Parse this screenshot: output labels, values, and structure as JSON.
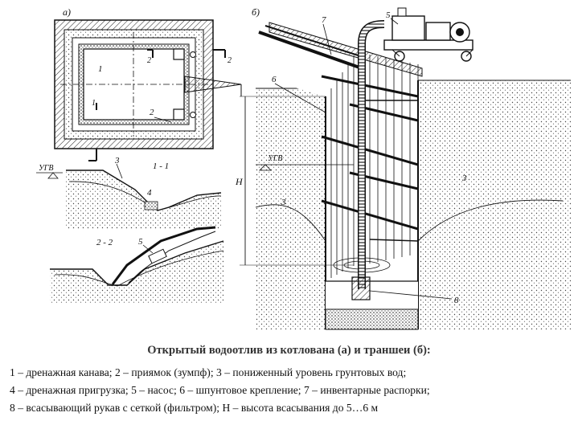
{
  "figure": {
    "panel_a_label": "а)",
    "panel_b_label": "б)",
    "section_1": "1 - 1",
    "section_2": "2 - 2",
    "ugv": "УГВ",
    "height_label": "Н",
    "callouts": [
      "1",
      "2",
      "3",
      "4",
      "5",
      "6",
      "7",
      "8"
    ],
    "colors": {
      "ink": "#111111",
      "soil": "#cfcfcf",
      "background": "#ffffff"
    }
  },
  "caption": {
    "title": "Открытый водоотлив из котлована (а) и траншеи (б):",
    "lines": [
      "1 – дренажная канава; 2 – приямок (зумпф); 3 – пониженный уровень грунтовых вод;",
      "4 – дренажная пригрузка; 5 – насос; 6 – шпунтовое крепление; 7 – инвентарные распорки;",
      "8 – всасывающий рукав с сеткой (фильтром); Н – высота всасывания до 5…6 м"
    ]
  }
}
